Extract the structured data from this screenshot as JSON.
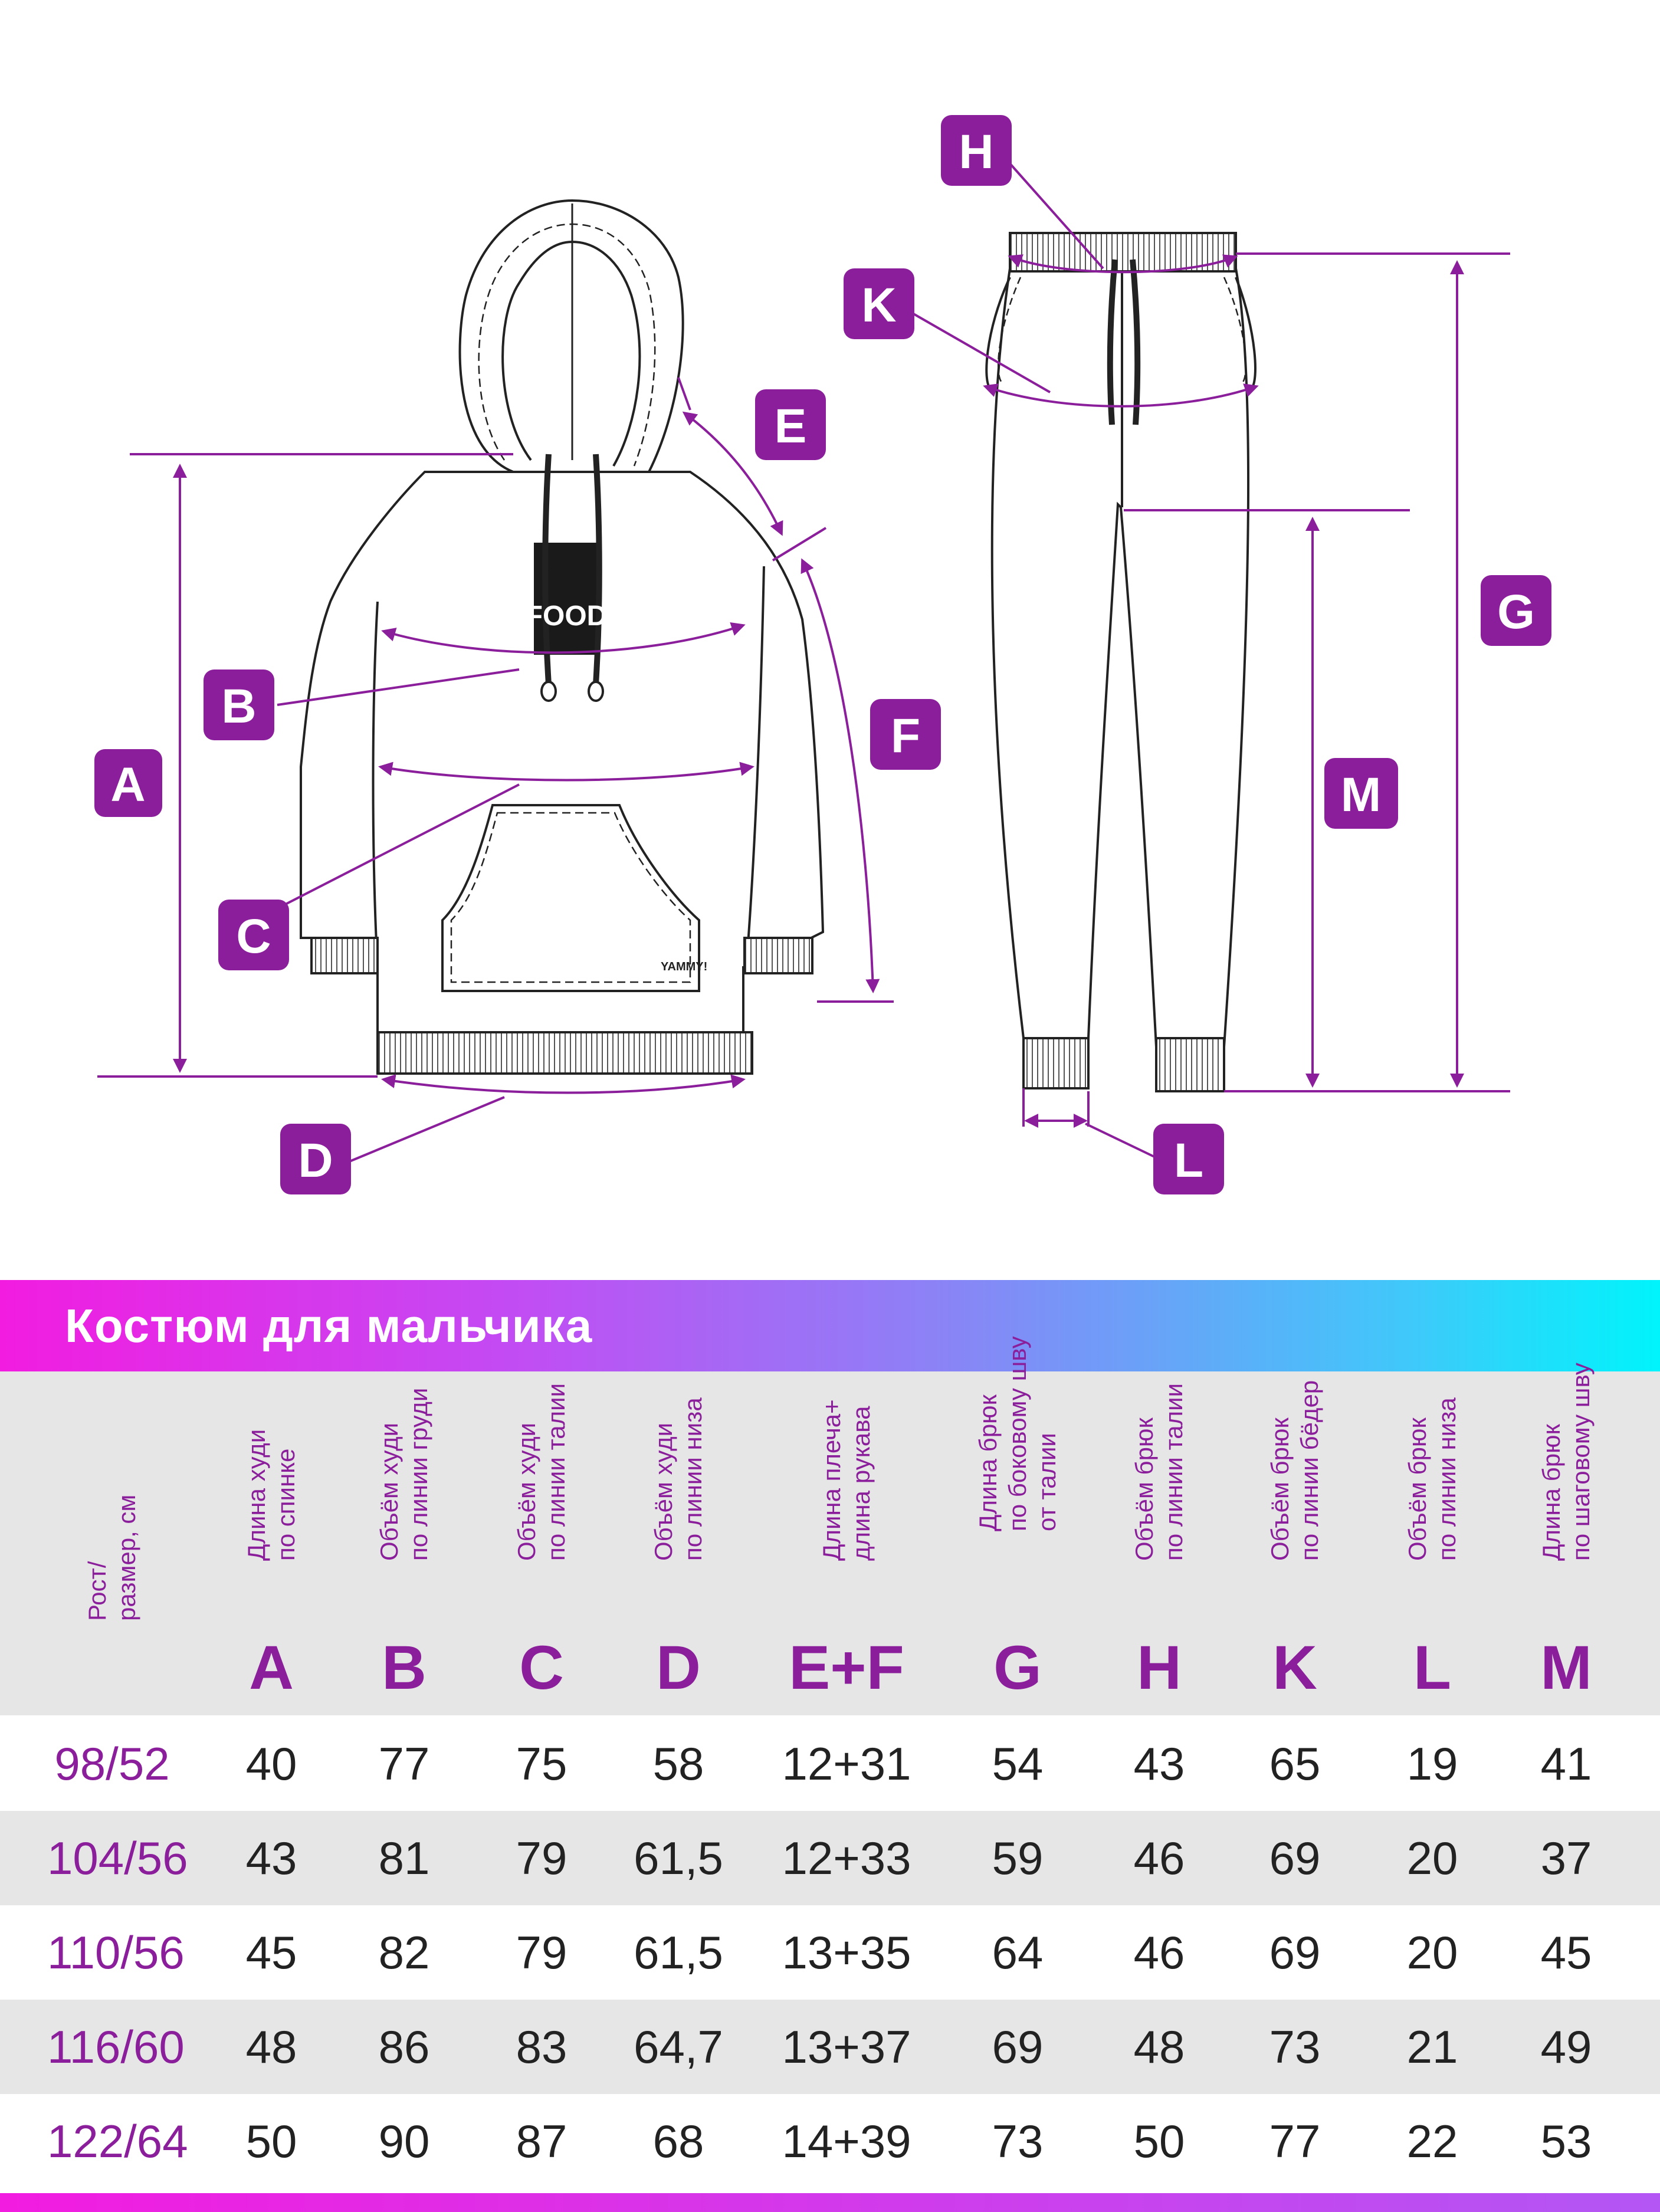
{
  "colors": {
    "accent": "#8b1f9b",
    "header_bg": "#e6e6e6"
  },
  "diagram": {
    "labels": {
      "A": "A",
      "B": "B",
      "C": "C",
      "D": "D",
      "E": "E",
      "F": "F",
      "G": "G",
      "H": "H",
      "K": "K",
      "L": "L",
      "M": "M"
    },
    "brand_mark": "YAMMY!",
    "chest_print": "FOOD"
  },
  "table": {
    "title": "Костюм для мальчика",
    "columns": [
      {
        "label": "Рост/\nразмер, см",
        "letter": ""
      },
      {
        "label": "Длина худи\nпо спинке",
        "letter": "A"
      },
      {
        "label": "Объём худи\nпо линии груди",
        "letter": "B"
      },
      {
        "label": "Объём худи\nпо линии талии",
        "letter": "C"
      },
      {
        "label": "Объём худи\nпо линии низа",
        "letter": "D"
      },
      {
        "label": "Длина плеча+\nдлина рукава",
        "letter": "E+F"
      },
      {
        "label": "Длина брюк\nпо боковому шву\nот талии",
        "letter": "G"
      },
      {
        "label": "Объём брюк\nпо линии талии",
        "letter": "H"
      },
      {
        "label": "Объём брюк\nпо линии бёдер",
        "letter": "K"
      },
      {
        "label": "Объём брюк\nпо линии низа",
        "letter": "L"
      },
      {
        "label": "Длина брюк\nпо шаговому шву",
        "letter": "M"
      }
    ],
    "rows": [
      [
        "98/52",
        "40",
        "77",
        "75",
        "58",
        "12+31",
        "54",
        "43",
        "65",
        "19",
        "41"
      ],
      [
        "104/56",
        "43",
        "81",
        "79",
        "61,5",
        "12+33",
        "59",
        "46",
        "69",
        "20",
        "37"
      ],
      [
        "110/56",
        "45",
        "82",
        "79",
        "61,5",
        "13+35",
        "64",
        "46",
        "69",
        "20",
        "45"
      ],
      [
        "116/60",
        "48",
        "86",
        "83",
        "64,7",
        "13+37",
        "69",
        "48",
        "73",
        "21",
        "49"
      ],
      [
        "122/64",
        "50",
        "90",
        "87",
        "68",
        "14+39",
        "73",
        "50",
        "77",
        "22",
        "53"
      ]
    ]
  }
}
